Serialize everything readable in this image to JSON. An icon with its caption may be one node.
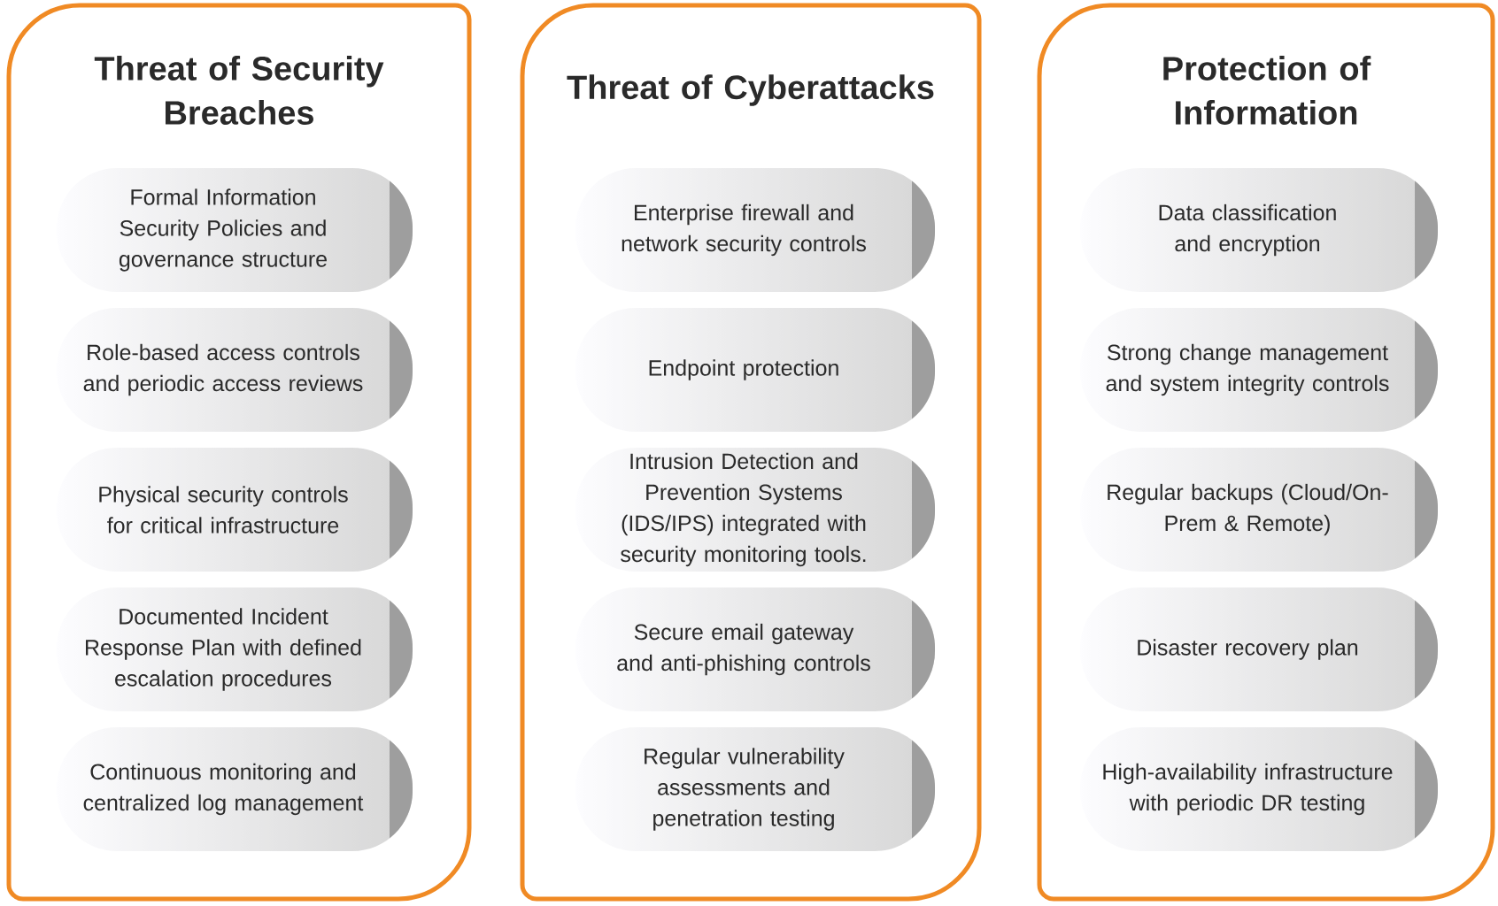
{
  "diagram": {
    "nodes": [
      {
        "text": [
          "Threat of Security Breaches"
        ]
      },
      {
        "text": [
          "Formal Information Security Policies and governance structure"
        ],
        "in": 0
      },
      {
        "text": [
          "Role-based access controls and periodic access reviews"
        ],
        "in": 0
      },
      {
        "text": [
          "Physical security controls for critical infrastructure"
        ],
        "in": 0
      },
      {
        "text": [
          "Documented Incident Response Plan with defined escalation procedures"
        ],
        "in": 0
      },
      {
        "text": [
          "Continuous monitoring and centralized log management"
        ],
        "in": 0
      },
      {
        "text": [
          "Threat of Cyberattacks"
        ]
      },
      {
        "text": [
          "Enterprise firewall and network security controls"
        ],
        "in": 6
      },
      {
        "text": [
          "Endpoint protection"
        ],
        "in": 6
      },
      {
        "text": [
          "Intrusion Detection and Prevention Systems (IDS/IPS) integrated with security monitoring tools."
        ],
        "in": 6
      },
      {
        "text": [
          "Secure email gateway and anti-phishing controls"
        ],
        "in": 6
      },
      {
        "text": [
          "Regular vulnerability assessments and penetration testing"
        ],
        "in": 6
      },
      {
        "text": [
          "Protection of Information"
        ]
      },
      {
        "text": [
          "Data classification and encryption"
        ],
        "in": 12
      },
      {
        "text": [
          "Strong change management and system integrity controls"
        ],
        "in": 12
      },
      {
        "text": [
          "Regular backups (Cloud/On-Prem & Remote)"
        ],
        "in": 12
      },
      {
        "text": [
          "Disaster recovery plan"
        ],
        "in": 12
      },
      {
        "text": [
          "High-availability infrastructure with periodic DR testing"
        ],
        "in": 12
      }
    ]
  }
}
